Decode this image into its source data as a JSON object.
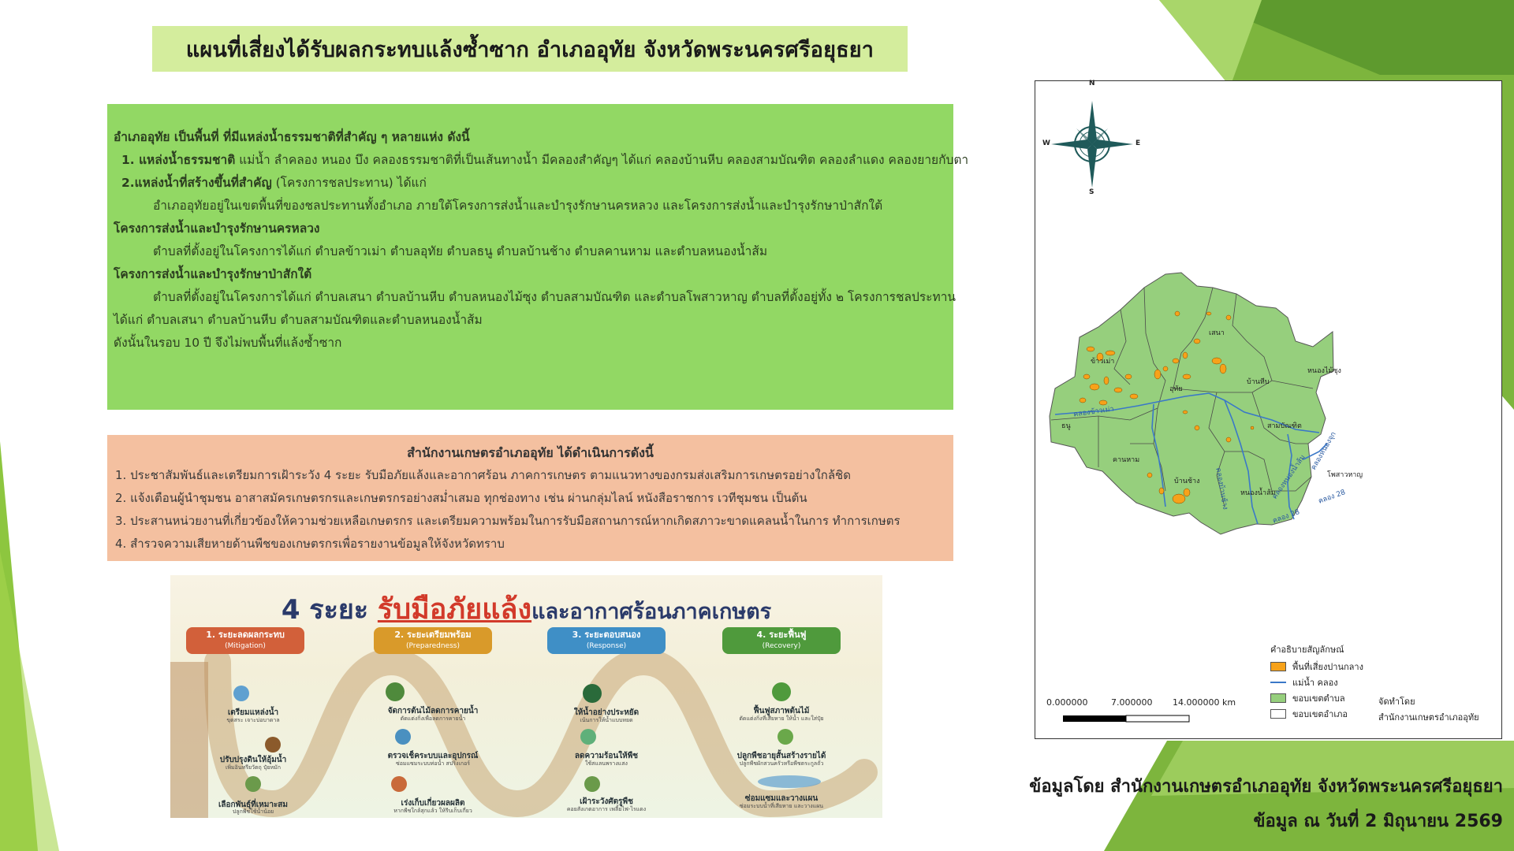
{
  "slide": {
    "title": "แผนที่เสี่ยงได้รับผลกระทบแล้งซ้ำซาก อำเภออุทัย จังหวัดพระนครศรีอยุธยา"
  },
  "water_sources": {
    "intro": "อำเภออุทัย เป็นพื้นที่ ที่มีแหล่งน้ำธรรมชาติที่สำคัญ ๆ หลายแห่ง ดังนี้",
    "item1_label": "1. แหล่งน้ำธรรมชาติ",
    "item1_text": " แม่น้ำ ลำคลอง หนอง บึง  คลองธรรมชาติที่เป็นเส้นทางน้ำ มีคลองสำคัญๆ ได้แก่ คลองบ้านหีบ คลองสามบัณฑิต คลองลำแดง คลองยายกับตา",
    "item2_label": "2.แหล่งน้ำที่สร้างขึ้นที่สำคัญ",
    "item2_text": " (โครงการชลประทาน) ได้แก่",
    "irrigation_text": "อำเภออุทัยอยู่ในเขตพื้นที่ของชลประทานทั้งอำเภอ ภายใต้โครงการส่งน้ำและบำรุงรักษานครหลวง และโครงการส่งน้ำและบำรุงรักษาป่าสักใต้",
    "project1_heading": "โครงการส่งน้ำและบำรุงรักษานครหลวง",
    "project1_text": "ตำบลที่ตั้งอยู่ในโครงการได้แก่ ตำบลข้าวเม่า ตำบลอุทัย ตำบลธนู ตำบลบ้านช้าง ตำบลคานหาม และตำบลหนองน้ำส้ม",
    "project2_heading": "โครงการส่งน้ำและบำรุงรักษาป่าสักใต้",
    "project2_text": "ตำบลที่ตั้งอยู่ในโครงการได้แก่ ตำบลเสนา ตำบลบ้านหีบ ตำบลหนองไม้ซุง ตำบลสามบัณฑิต และตำบลโพสาวหาญ ตำบลที่ตั้งอยู่ทั้ง ๒ โครงการชลประทาน",
    "project2_text_cont": "ได้แก่ ตำบลเสนา ตำบลบ้านหีบ ตำบลสามบัณฑิตและตำบลหนองน้ำส้ม",
    "conclusion": "ดังนั้นในรอบ 10 ปี จึงไม่พบพื้นที่แล้งซ้ำซาก"
  },
  "office_actions": {
    "heading": "สำนักงานเกษตรอำเภออุทัย ได้ดำเนินการดังนี้",
    "items": [
      "1. ประชาสัมพันธ์และเตรียมการเฝ้าระวัง 4 ระยะ รับมือภัยแล้งและอากาศร้อน ภาคการเกษตร ตามแนวทางของกรมส่งเสริมการเกษตรอย่างใกล้ชิด",
      "2. แจ้งเตือนผู้นำชุมชน อาสาสมัครเกษตรกรและเกษตรกรอย่างสม่ำเสมอ ทุกช่องทาง เช่น ผ่านกลุ่มไลน์ หนังสือราชการ เวทีชุมชน เป็นต้น",
      "3. ประสานหน่วยงานที่เกี่ยวข้องให้ความช่วยเหลือเกษตรกร และเตรียมความพร้อมในการรับมือสถานการณ์หากเกิดสภาวะขาดแคลนน้ำในการ ทำการเกษตร",
      "4. สำรวจความเสียหายด้านพืชของเกษตรกรเพื่อรายงานข้อมูลให้จังหวัดทราบ"
    ]
  },
  "infographic": {
    "title_num": "4 ระยะ ",
    "title_red": "รับมือภัยแล้ง",
    "title_rest": "และอากาศร้อนภาคเกษตร",
    "phases": [
      {
        "label": "1. ระยะลดผลกระทบ",
        "sub": "(Mitigation)",
        "color": "#d2603a"
      },
      {
        "label": "2. ระยะเตรียมพร้อม",
        "sub": "(Preparedness)",
        "color": "#d99a2a"
      },
      {
        "label": "3. ระยะตอบสนอง",
        "sub": "(Response)",
        "color": "#3f8fc6"
      },
      {
        "label": "4. ระยะฟื้นฟู",
        "sub": "(Recovery)",
        "color": "#4f9a3c"
      }
    ],
    "captions": [
      {
        "title": "เตรียมแหล่งน้ำ",
        "sub": "ขุดสระ เจาะบ่อบาดาล"
      },
      {
        "title": "ปรับปรุงดินให้อุ้มน้ำ",
        "sub": "เพิ่มอินทรียวัตถุ ปุ๋ยหมัก"
      },
      {
        "title": "เลือกพันธุ์ที่เหมาะสม",
        "sub": "ปลูกพืชใช้น้ำน้อย"
      },
      {
        "title": "จัดการต้นไม้ลดการคายน้ำ",
        "sub": "ตัดแต่งกิ่งเพื่อลดการคายน้ำ"
      },
      {
        "title": "ตรวจเช็คระบบและอุปกรณ์",
        "sub": "ซ่อมแซมระบบท่อน้ำ สปริงเกอร์"
      },
      {
        "title": "เร่งเก็บเกี่ยวผลผลิต",
        "sub": "หากพืชใกล้สุกแล้ว ให้รีบเก็บเกี่ยว"
      },
      {
        "title": "ให้น้ำอย่างประหยัด",
        "sub": "เน้นการให้น้ำแบบหยด"
      },
      {
        "title": "ลดความร้อนให้พืช",
        "sub": "ใช้สแลนพรางแสง"
      },
      {
        "title": "เฝ้าระวังศัตรูพืช",
        "sub": "คอยสังเกตอาการ เพลี้ยไฟ-ไรแดง"
      },
      {
        "title": "ฟื้นฟูสภาพต้นไม้",
        "sub": "ตัดแต่งกิ่งที่เสียหาย ให้น้ำ และใส่ปุ๋ย"
      },
      {
        "title": "ปลูกพืชอายุสั้นสร้างรายได้",
        "sub": "ปลูกพืชผักสวนครัวหรือพืชตระกูลถั่ว"
      },
      {
        "title": "ซ่อมแซมและวางแผน",
        "sub": "ซ่อมระบบน้ำที่เสียหาย และวางแผน"
      }
    ]
  },
  "map": {
    "compass": {
      "n": "N",
      "s": "S",
      "e": "E",
      "w": "W"
    },
    "districts": [
      "ข้าวเม่า",
      "เสนา",
      "อุทัย",
      "บ้านหีบ",
      "หนองไม้ซุง",
      "ธนู",
      "สามบัณฑิต",
      "คานหาม",
      "บ้านช้าง",
      "หนองน้ำส้ม",
      "โพสาวหาญ"
    ],
    "canals": [
      "คลองข้าวเม่า",
      "คลองหนองน้ำส้ม",
      "คลองหนองจุก",
      "คลอง 28",
      "คลอง 28",
      "คลองบ้านช้าง"
    ],
    "legend_title": "คำอธิบายสัญลักษณ์",
    "legend": [
      {
        "label": "พื้นที่เสี่ยงปานกลาง",
        "color": "#f7a21a"
      },
      {
        "label": "แม่น้ำ คลอง",
        "color": "#3a78c8"
      },
      {
        "label": "ขอบเขตตำบล",
        "color": "#96cf7d"
      },
      {
        "label": "ขอบเขตอำเภอ",
        "color": "#ffffff"
      }
    ],
    "made_by_1": "จัดทำโดย",
    "made_by_2": "สำนักงานเกษตรอำเภออุทัย",
    "scale_labels": [
      "0.000000",
      "7.000000",
      "14.000000 km"
    ]
  },
  "footer": {
    "source": "ข้อมูลโดย สำนักงานเกษตรอำเภออุทัย จังหวัดพระนครศรีอยุธยา",
    "date": "ข้อมูล ณ วันที่ 2 มิถุนายน 2569"
  }
}
